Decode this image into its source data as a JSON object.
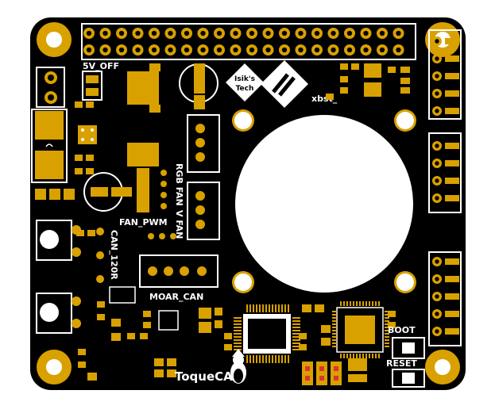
{
  "board": {
    "name": "ToqueCAN",
    "logo_text": "Isik's Tech",
    "colors": {
      "solder_mask": "#000000",
      "copper": "#d9a100",
      "copper_dark": "#b88700",
      "silkscreen": "#ffffff",
      "background": "#ffffff"
    }
  },
  "labels": {
    "five_v_off": "5V_OFF",
    "xbst": "xbst_",
    "rgb_fan": "RGB FAN",
    "v_fan": "V FAN",
    "fan_pwm": "FAN_PWM",
    "can_120r": "CAN_120R",
    "moar_can": "MOAR_CAN",
    "boot": "BOOT",
    "reset": "RESET",
    "isik": "Isik's",
    "tech": "Tech",
    "board_name": "ToqueCAN"
  }
}
